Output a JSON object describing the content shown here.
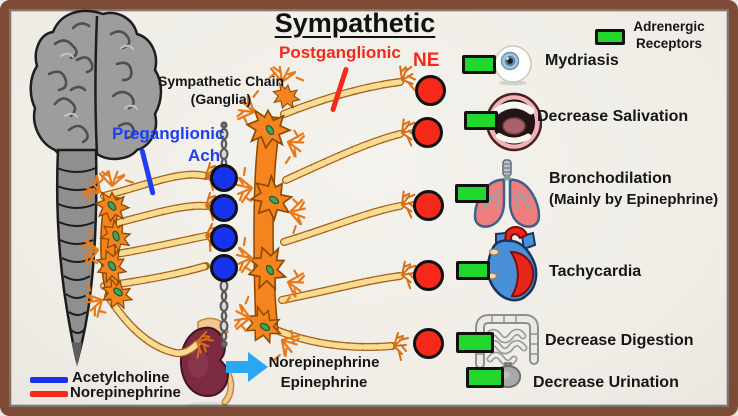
{
  "title": "Sympathetic",
  "pointers": {
    "postganglionic": "Postganglionic",
    "preganglionic": "Preganglionic",
    "ach": "Ach",
    "ne": "NE"
  },
  "chain_label": {
    "line1": "Sympathetic Chain",
    "line2": "(Ganglia)"
  },
  "receptor_legend": {
    "line1": "Adrenergic",
    "line2": "Receptors"
  },
  "adrenal_output": {
    "line1": "Norepinephrine",
    "line2": "Epinephrine"
  },
  "effects": [
    {
      "organ": "eye",
      "label": "Mydriasis"
    },
    {
      "organ": "mouth",
      "label": "Decrease Salivation"
    },
    {
      "organ": "lungs",
      "label": "Bronchodilation",
      "sublabel": "(Mainly by Epinephrine)"
    },
    {
      "organ": "heart",
      "label": "Tachycardia"
    },
    {
      "organ": "intestines",
      "label": "Decrease Digestion"
    },
    {
      "organ": "bladder",
      "label": "Decrease Urination"
    }
  ],
  "legend": {
    "items": [
      {
        "label": "Acetylcholine",
        "color": "#1733ee"
      },
      {
        "label": "Norepinephrine",
        "color": "#f5291a"
      }
    ]
  },
  "colors": {
    "red": "#f5291a",
    "blue_text": "#1d3ff0",
    "blue_node": "#1733ee",
    "receptor_green": "#23d82c",
    "neuron_orange": "#f5831e",
    "axon_yellow": "#f7dc92",
    "frame_brown": "#7d4a35",
    "background": "#f1efe9"
  }
}
